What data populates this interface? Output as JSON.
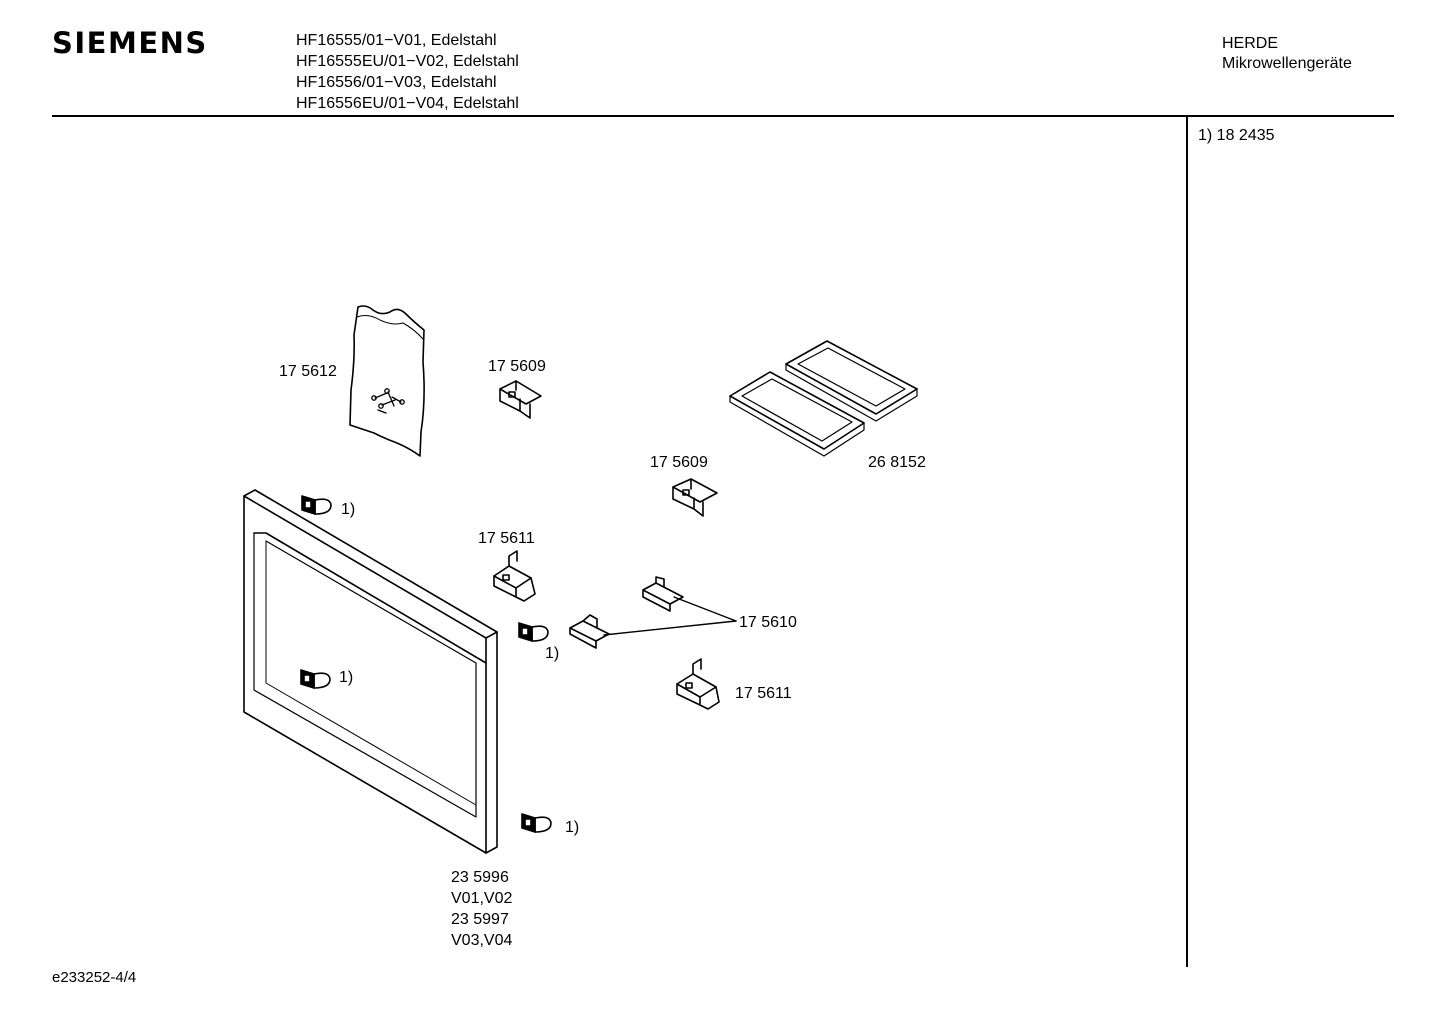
{
  "header": {
    "brand": "SIEMENS",
    "models": [
      "HF16555/01−V01, Edelstahl",
      "HF16555EU/01−V02, Edelstahl",
      "HF16556/01−V03, Edelstahl",
      "HF16556EU/01−V04, Edelstahl"
    ],
    "category_line1": "HERDE",
    "category_line2": "Mikrowellengeräte"
  },
  "side_notes": {
    "note1": "1)  18 2435"
  },
  "parts": {
    "screw_bag": "17 5612",
    "bracket_top": "17 5609",
    "bracket_mid": "17 5609",
    "trays": "26 8152",
    "bracket_left": "17 5611",
    "clips": "17 5610",
    "bracket_low": "17 5611",
    "ref_1": "1)",
    "ref_2": "1)",
    "ref_3": "1)",
    "ref_4": "1)",
    "frame_line1": "23 5996",
    "frame_line2": "V01,V02",
    "frame_line3": "23 5997",
    "frame_line4": "V03,V04"
  },
  "footer": {
    "doc_id": "e233252-4/4"
  },
  "icons": {
    "hinge": "hinge-icon",
    "screw": "screw-icon"
  }
}
